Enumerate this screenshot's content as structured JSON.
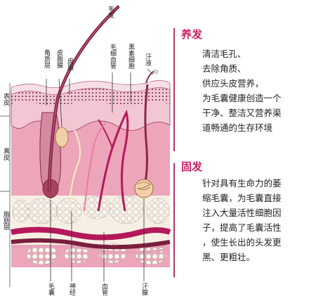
{
  "diagram": {
    "top_labels": [
      "毛发",
      "角质层",
      "皮脂腺",
      "皮脂",
      "毛细血管",
      "黑素细胞",
      "汗液"
    ],
    "side_labels": [
      "表皮",
      "真皮",
      "脂肪层"
    ],
    "bottom_labels": [
      "毛囊",
      "神经",
      "血管",
      "汗腺"
    ]
  },
  "section1": {
    "title": "养发",
    "lines": [
      "清洁毛孔、",
      "去除角质、",
      "供应头皮营养，",
      "为毛囊健康创造一个",
      "干净、整洁又营养渠",
      "道畅通的生存环境"
    ]
  },
  "section2": {
    "title": "固发",
    "lines": [
      "针对具有生命力的萎",
      "缩毛囊，为毛囊直接",
      "注入大量活性细胞因",
      "子，提高了毛囊活性",
      "，使生长出的头发更",
      "黑、更粗壮。"
    ]
  },
  "colors": {
    "accent": "#c8246a",
    "skin": "#f1b7c6",
    "dermis": "#eea7bb",
    "fat": "#f7f2e6",
    "vessel": "#b5185b"
  }
}
